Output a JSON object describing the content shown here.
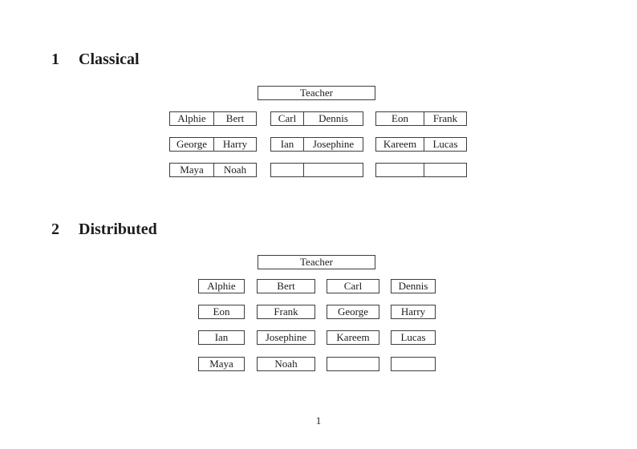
{
  "colors": {
    "ink": "#1c1c1c",
    "paper": "#ffffff",
    "border": "#3d3d3d"
  },
  "page": {
    "number": "1"
  },
  "sections": [
    {
      "number": "1",
      "title": "Classical",
      "teacher_label": "Teacher",
      "layout": "pair-desks",
      "desks": [
        [
          [
            "Alphie",
            "Bert"
          ],
          [
            "Carl",
            "Dennis"
          ],
          [
            "Eon",
            "Frank"
          ]
        ],
        [
          [
            "George",
            "Harry"
          ],
          [
            "Ian",
            "Josephine"
          ],
          [
            "Kareem",
            "Lucas"
          ]
        ],
        [
          [
            "Maya",
            "Noah"
          ],
          [
            "",
            ""
          ],
          [
            "",
            ""
          ]
        ]
      ]
    },
    {
      "number": "2",
      "title": "Distributed",
      "teacher_label": "Teacher",
      "layout": "single-desks",
      "desks": [
        [
          "Alphie",
          "Bert",
          "Carl",
          "Dennis"
        ],
        [
          "Eon",
          "Frank",
          "George",
          "Harry"
        ],
        [
          "Ian",
          "Josephine",
          "Kareem",
          "Lucas"
        ],
        [
          "Maya",
          "Noah",
          "",
          ""
        ]
      ]
    }
  ]
}
